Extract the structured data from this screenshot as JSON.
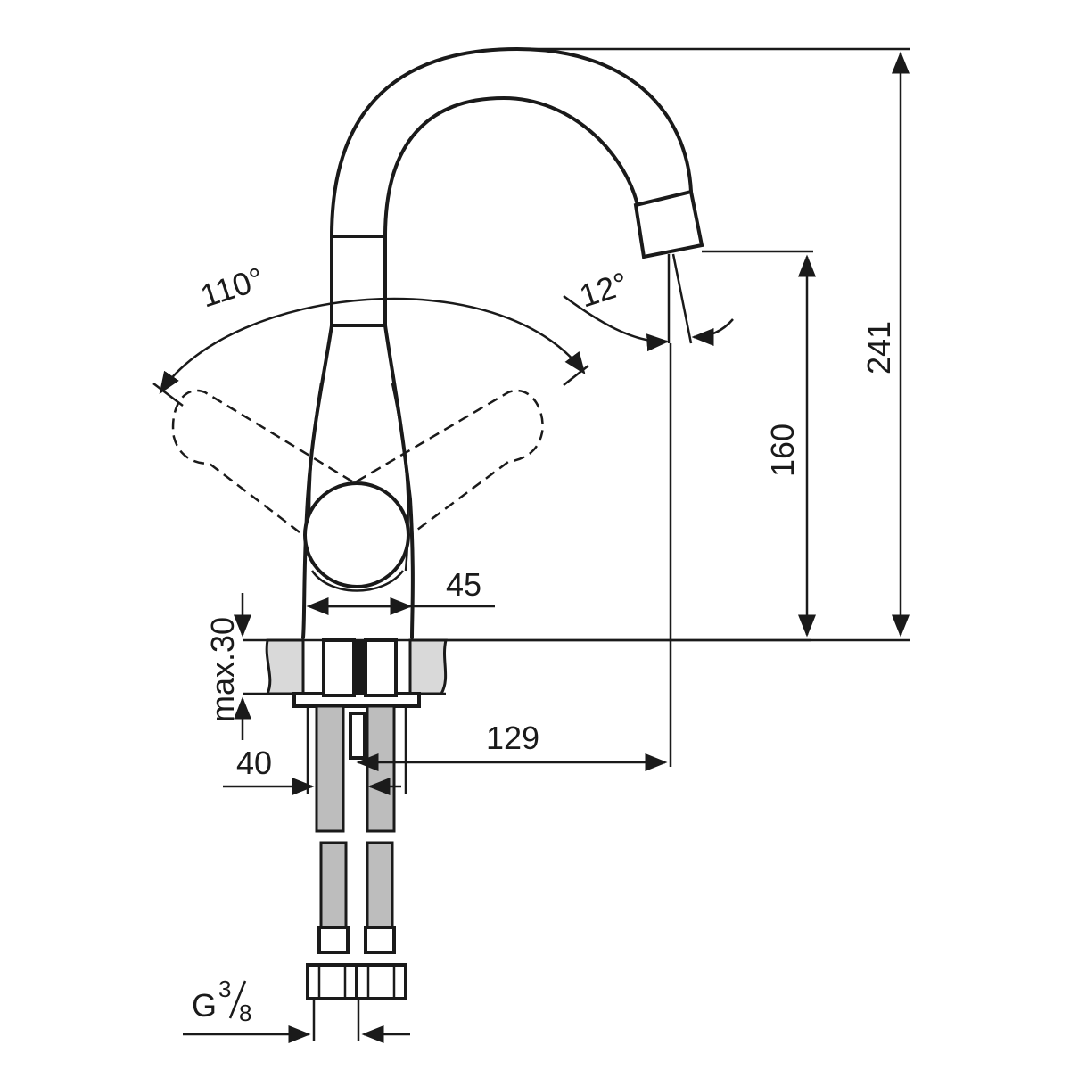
{
  "dimensions": {
    "angle_lever": "110°",
    "angle_spout": "12°",
    "total_height": "241",
    "spout_height": "160",
    "base_diameter": "45",
    "max_thickness": "max.30",
    "shank_length": "40",
    "spout_reach": "129",
    "thread_g": "G",
    "thread_num": "3",
    "thread_den": "8"
  },
  "colors": {
    "line": "#1a1a1a",
    "hose": "#bdbdbd",
    "stone": "#d9d9d9",
    "background": "#ffffff"
  }
}
